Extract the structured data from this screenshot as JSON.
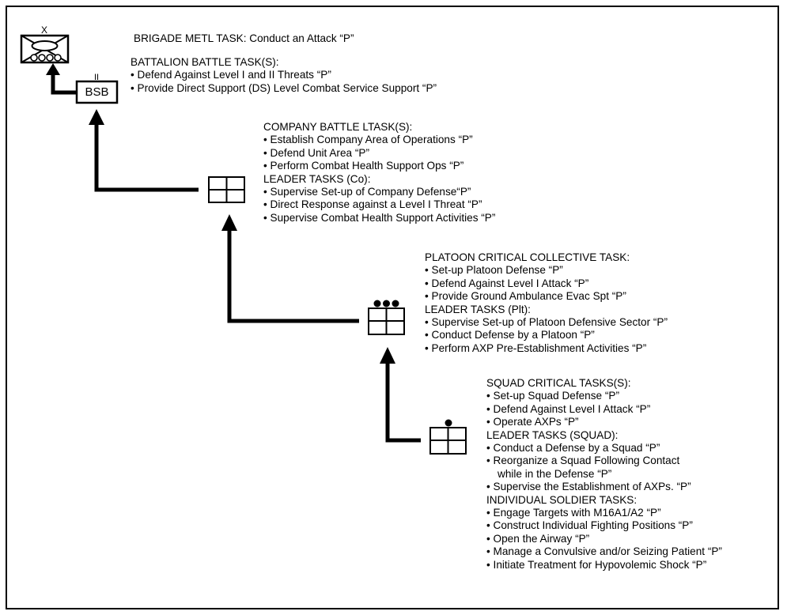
{
  "units": {
    "bsb_label": "BSB",
    "bsb_echelon": "II",
    "brigade_echelon": "X"
  },
  "brigade": {
    "line": "BRIGADE METL TASK: Conduct an Attack “P”"
  },
  "battalion": {
    "header": "BATTALION BATTLE TASK(S):",
    "items": [
      "Defend Against Level I and II Threats “P”",
      "Provide Direct Support (DS) Level Combat Service Support “P”"
    ]
  },
  "company": {
    "header": "COMPANY BATTLE LTASK(S):",
    "items": [
      "Establish Company Area of Operations “P”",
      "Defend Unit Area “P”",
      "Perform Combat Health Support Ops “P”"
    ],
    "leader_header": "LEADER TASKS (Co):",
    "leader_items": [
      "Supervise Set-up of Company Defense“P”",
      "Direct Response against a Level I Threat “P”",
      "Supervise Combat Health Support Activities “P”"
    ]
  },
  "platoon": {
    "header": "PLATOON CRITICAL COLLECTIVE TASK:",
    "items": [
      "Set-up Platoon Defense “P”",
      "Defend Against Level I Attack “P”",
      "Provide Ground Ambulance Evac Spt “P”"
    ],
    "leader_header": "LEADER TASKS (Plt):",
    "leader_items": [
      "Supervise Set-up of Platoon Defensive Sector “P”",
      "Conduct Defense by a Platoon “P”",
      "Perform AXP Pre-Establishment Activities “P”"
    ]
  },
  "squad": {
    "header": "SQUAD CRITICAL TASKS(S):",
    "items": [
      "Set-up Squad Defense “P”",
      "Defend Against Level I Attack “P”",
      "Operate AXPs “P”"
    ],
    "leader_header": "LEADER TASKS (SQUAD):",
    "leader_item_1": "Conduct a Defense by a Squad “P”",
    "leader_item_2a": "Reorganize a Squad Following Contact",
    "leader_item_2b": "while in the Defense “P”",
    "leader_item_3": "Supervise the Establishment of AXPs. “P”",
    "soldier_header": "INDIVIDUAL SOLDIER TASKS:",
    "soldier_items": [
      "Engage Targets with M16A1/A2 “P”",
      "Construct Individual Fighting Positions “P”",
      "Open the Airway “P”",
      "Manage a Convulsive and/or Seizing Patient “P”",
      "Initiate Treatment for Hypovolemic Shock “P”"
    ]
  }
}
